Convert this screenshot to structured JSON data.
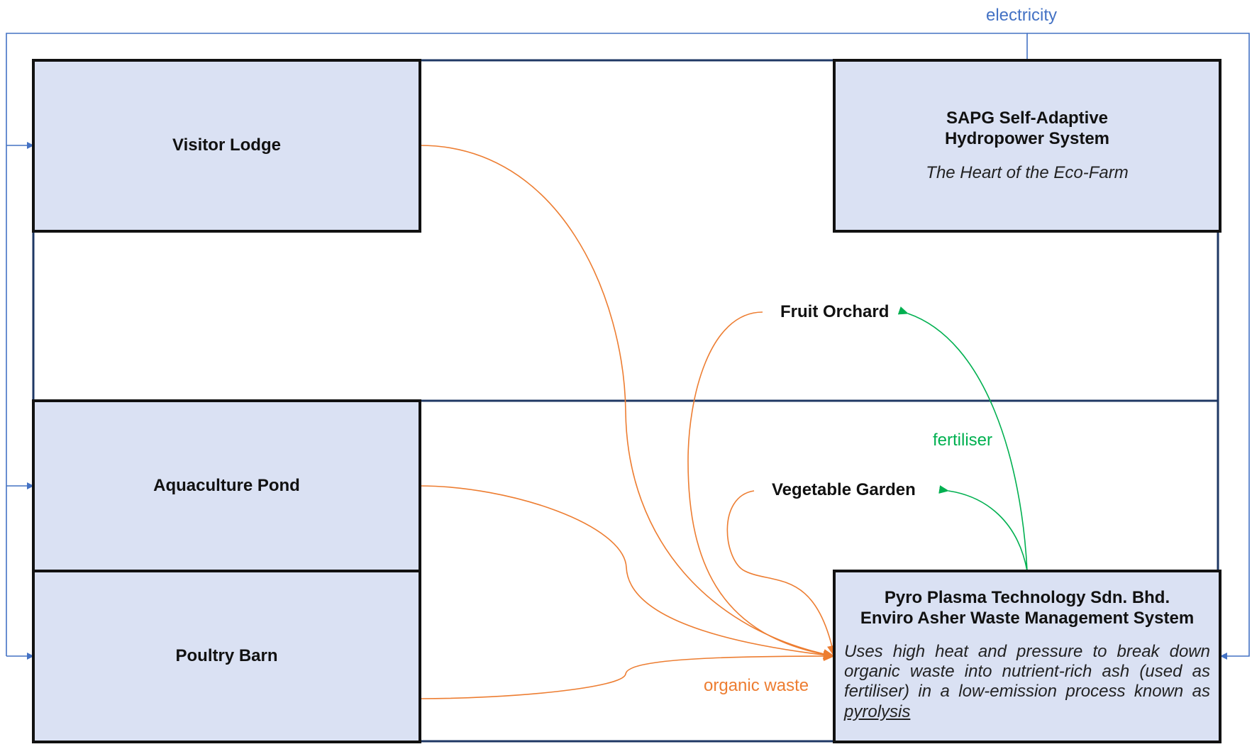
{
  "colors": {
    "box_fill": "#dae1f3",
    "box_border": "#111111",
    "electricity": "#4472c4",
    "organic_waste": "#ed7d31",
    "fertiliser": "#00b050",
    "zone_border": "#1f3864"
  },
  "flows": {
    "electricity": "electricity",
    "organic_waste": "organic waste",
    "fertiliser": "fertiliser"
  },
  "nodes": {
    "visitor_lodge": "Visitor Lodge",
    "sapg": {
      "title_line1": "SAPG Self-Adaptive",
      "title_line2": "Hydropower System",
      "subtitle": "The Heart of the Eco-Farm"
    },
    "fruit_orchard": "Fruit Orchard",
    "aquaculture_pond": "Aquaculture Pond",
    "vegetable_garden": "Vegetable Garden",
    "poultry_barn": "Poultry Barn",
    "pyro": {
      "title_line1": "Pyro Plasma Technology Sdn. Bhd.",
      "title_line2": "Enviro Asher Waste Management System",
      "description": "Uses high heat and pressure to break down organic waste into nutrient-rich ash (used as fertiliser) in a low-emission process known as",
      "description_term": "pyrolysis"
    }
  }
}
